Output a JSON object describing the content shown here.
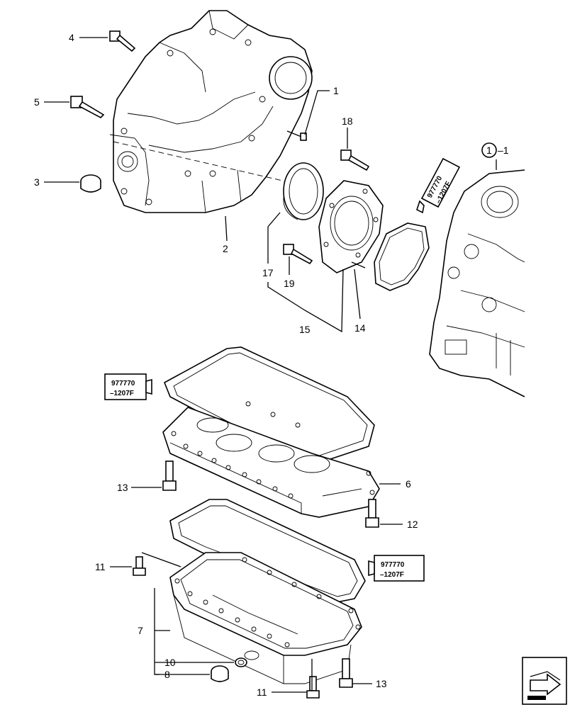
{
  "diagram": {
    "callouts": [
      "1",
      "2",
      "3",
      "4",
      "5",
      "6",
      "7",
      "8",
      "10",
      "11",
      "11",
      "12",
      "13",
      "13",
      "14",
      "15",
      "17",
      "18",
      "19"
    ],
    "circled_ref": {
      "number": "1",
      "suffix": "–1"
    },
    "sealant_tubes": [
      {
        "line1": "977770",
        "line2": "–1207F"
      },
      {
        "line1": "977770",
        "line2": "–1207F"
      },
      {
        "line1": "977770",
        "line2": "–1207F"
      }
    ],
    "nav_icon": "next-page-arrow-icon"
  }
}
